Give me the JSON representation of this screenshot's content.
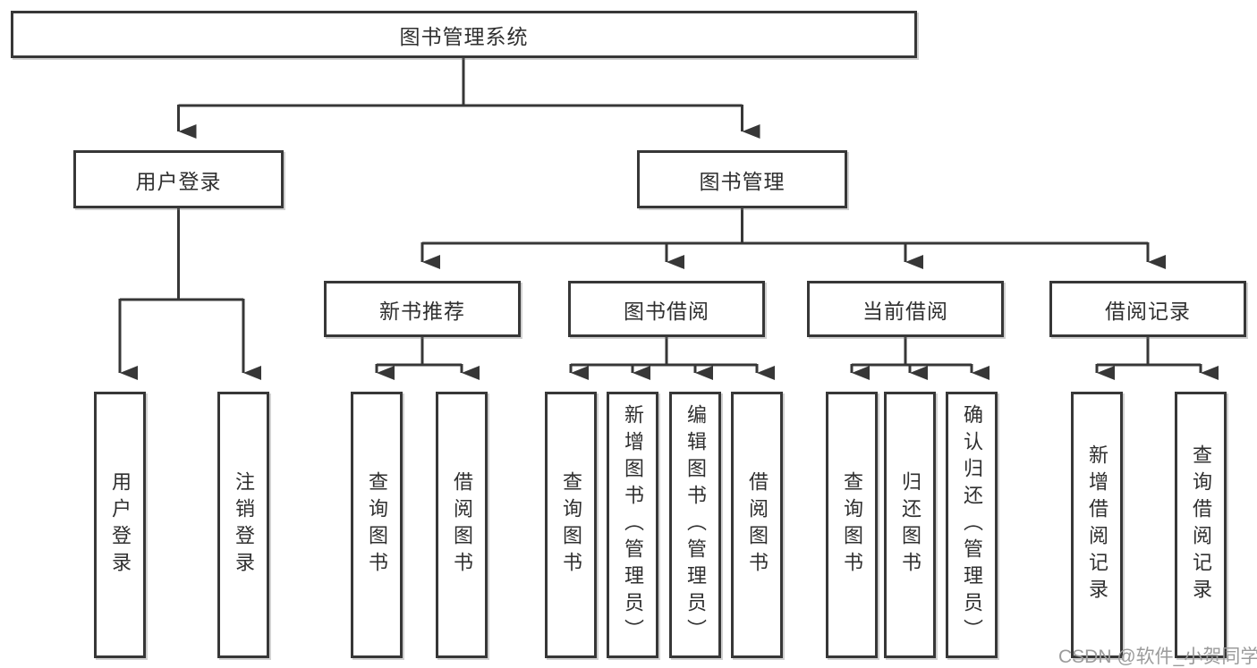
{
  "diagram": {
    "watermark": "CSDN @软件_小贺同学",
    "colors": {
      "line": "#373737",
      "text": "#2f2f2f",
      "box_background": "#ffffff",
      "watermark_text": "#9b9b9b"
    },
    "tree": {
      "label": "图书管理系统",
      "children": [
        {
          "label": "用户登录",
          "children": [
            {
              "label": "用户登录"
            },
            {
              "label": "注销登录"
            }
          ]
        },
        {
          "label": "图书管理",
          "children": [
            {
              "label": "新书推荐",
              "children": [
                {
                  "label": "查询图书"
                },
                {
                  "label": "借阅图书"
                }
              ]
            },
            {
              "label": "图书借阅",
              "children": [
                {
                  "label": "查询图书"
                },
                {
                  "label": "新增图书（管理员）"
                },
                {
                  "label": "编辑图书（管理员）"
                },
                {
                  "label": "借阅图书"
                }
              ]
            },
            {
              "label": "当前借阅",
              "children": [
                {
                  "label": "查询图书"
                },
                {
                  "label": "归还图书"
                },
                {
                  "label": "确认归还（管理员）"
                }
              ]
            },
            {
              "label": "借阅记录",
              "children": [
                {
                  "label": "新增借阅记录"
                },
                {
                  "label": "查询借阅记录"
                }
              ]
            }
          ]
        }
      ]
    }
  }
}
